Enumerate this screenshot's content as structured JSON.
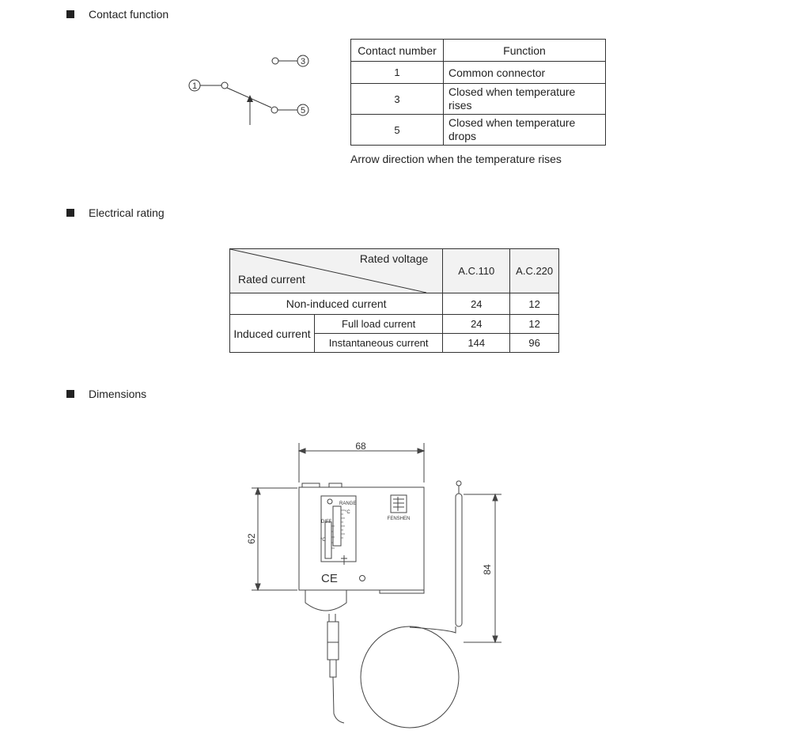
{
  "sections": {
    "contact": "Contact function",
    "electrical": "Electrical rating",
    "dimensions": "Dimensions"
  },
  "contact_diagram": {
    "t1": "1",
    "t3": "3",
    "t5": "5"
  },
  "contact_table": {
    "headers": [
      "Contact number",
      "Function"
    ],
    "rows": [
      {
        "num": "1",
        "func": "Common connector"
      },
      {
        "num": "3",
        "func1": "Closed when temperature",
        "func2": "rises"
      },
      {
        "num": "5",
        "func1": "Closed when temperature",
        "func2": "drops"
      }
    ],
    "note": "Arrow direction when the temperature rises"
  },
  "rating_table": {
    "rated_voltage": "Rated voltage",
    "rated_current": "Rated current",
    "v110": "A.C.110",
    "v220": "A.C.220",
    "non_induced": "Non-induced current",
    "non_induced_110": "24",
    "non_induced_220": "12",
    "induced": "Induced current",
    "full_load": "Full load current",
    "full_load_110": "24",
    "full_load_220": "12",
    "instant": "Instantaneous current",
    "instant_110": "144",
    "instant_220": "96"
  },
  "dimensions": {
    "width": "68",
    "height": "62",
    "bulb_length": "84",
    "label_range": "RANGE",
    "label_diff": "DIFF",
    "unit_c": "°C",
    "brand": "FENSHEN",
    "ce_mark": "CE"
  }
}
